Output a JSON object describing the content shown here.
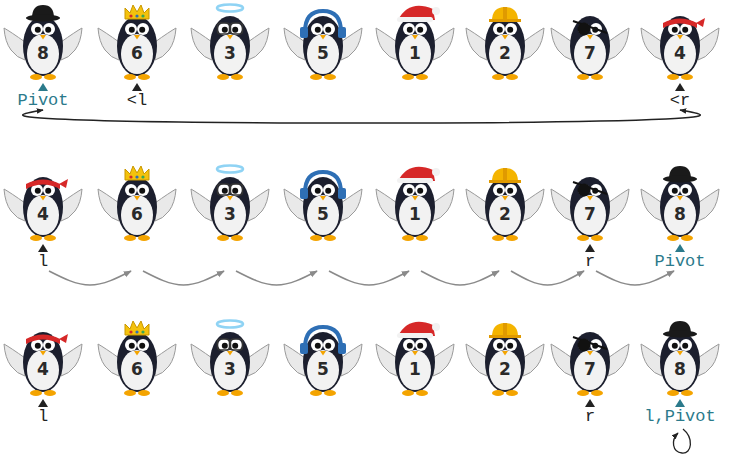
{
  "diagram": {
    "nodes": [
      {
        "text": [
          "8",
          "Pivot"
        ]
      },
      {
        "text": [
          "6",
          "<l"
        ]
      },
      {
        "text": [
          "3"
        ]
      },
      {
        "text": [
          "5"
        ]
      },
      {
        "text": [
          "1"
        ]
      },
      {
        "text": [
          "2"
        ]
      },
      {
        "text": [
          "7"
        ]
      },
      {
        "text": [
          "4",
          "<r"
        ]
      },
      {
        "text": [
          "4",
          "l"
        ]
      },
      {
        "text": [
          "6"
        ]
      },
      {
        "text": [
          "3"
        ]
      },
      {
        "text": [
          "5"
        ]
      },
      {
        "text": [
          "1"
        ]
      },
      {
        "text": [
          "2"
        ]
      },
      {
        "text": [
          "7",
          "r"
        ]
      },
      {
        "text": [
          "8",
          "Pivot"
        ]
      },
      {
        "text": [
          "4",
          "l"
        ]
      },
      {
        "text": [
          "6"
        ]
      },
      {
        "text": [
          "3"
        ]
      },
      {
        "text": [
          "5"
        ]
      },
      {
        "text": [
          "1"
        ]
      },
      {
        "text": [
          "2"
        ]
      },
      {
        "text": [
          "7",
          "r"
        ]
      },
      {
        "text": [
          "8",
          "l,Pivot"
        ]
      }
    ],
    "edges": [
      {
        "from": 0,
        "to": 7,
        "arrow": "both"
      },
      {
        "from": 8,
        "to": 9,
        "arrow": "to"
      },
      {
        "from": 9,
        "to": 10,
        "arrow": "to"
      },
      {
        "from": 10,
        "to": 11,
        "arrow": "to"
      },
      {
        "from": 11,
        "to": 12,
        "arrow": "to"
      },
      {
        "from": 12,
        "to": 13,
        "arrow": "to"
      },
      {
        "from": 13,
        "to": 14,
        "arrow": "to"
      },
      {
        "from": 14,
        "to": 15,
        "arrow": "to"
      }
    ]
  }
}
